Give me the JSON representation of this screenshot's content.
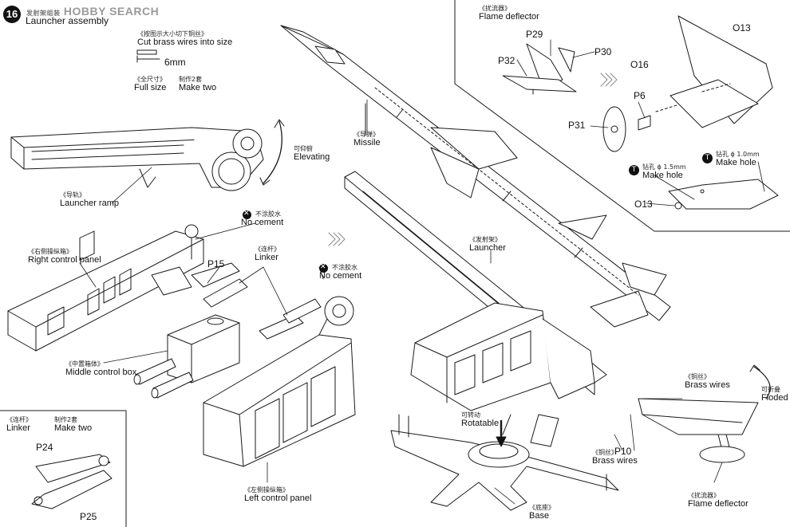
{
  "header": {
    "step_number": "16",
    "title": "Launcher assembly",
    "watermark": "HOBBY SEARCH",
    "watermark_cn": "发射架组装"
  },
  "cut_note": {
    "cn": "《按图示大小切下铜丝》",
    "en": "Cut brass wires into size",
    "length": "6mm",
    "full_size_cn": "《全尺寸》",
    "full_size_en": "Full size",
    "make_two_cn": "制作2套",
    "make_two_en": "Make two"
  },
  "labels": {
    "missile": {
      "cn": "《导弹》",
      "en": "Missile"
    },
    "elevating": {
      "cn": "可仰俯",
      "en": "Elevating"
    },
    "launcher_ramp": {
      "cn": "《导轨》",
      "en": "Launcher ramp"
    },
    "right_control_panel": {
      "cn": "《右侧操纵箱》",
      "en": "Right control panel"
    },
    "middle_control_box": {
      "cn": "《中置箱体》",
      "en": "Middle control box"
    },
    "left_control_panel": {
      "cn": "《左侧操纵箱》",
      "en": "Left control panel"
    },
    "no_cement_1": {
      "cn": "不涂胶水",
      "en": "No cement"
    },
    "no_cement_2": {
      "cn": "不涂胶水",
      "en": "No cement"
    },
    "linker": {
      "cn": "《连杆》",
      "en": "Linker"
    },
    "launcher": {
      "cn": "《发射架》",
      "en": "Launcher"
    },
    "flame_deflector_top": {
      "cn": "《扰流器》",
      "en": "Flame deflector"
    },
    "flame_deflector_bottom": {
      "cn": "《扰流器》",
      "en": "Flame deflector"
    },
    "brass_wires_top": {
      "cn": "《铜丝》",
      "en": "Brass wires"
    },
    "brass_wires_bottom": {
      "cn": "《铜丝》",
      "en": "Brass wires"
    },
    "rotatable": {
      "cn": "可转动",
      "en": "Rotatable"
    },
    "base": {
      "cn": "《底座》",
      "en": "Base"
    },
    "floded": {
      "cn": "可折叠",
      "en": "Floded"
    },
    "make_hole_15": {
      "cn": "钻孔 ɸ 1.5mm",
      "en": "Make hole"
    },
    "make_hole_10": {
      "cn": "钻孔 ɸ 1.0mm",
      "en": "Make hole"
    },
    "linker_inset": {
      "cn": "《连杆》",
      "en": "Linker"
    },
    "make_two_inset": {
      "cn": "制作2套",
      "en": "Make two"
    }
  },
  "parts": {
    "p15": "P15",
    "p24": "P24",
    "p25": "P25",
    "p29": "P29",
    "p30": "P30",
    "p32": "P32",
    "p31": "P31",
    "p6": "P6",
    "p10": "P10",
    "o13_top": "O13",
    "o16": "O16",
    "o13_bottom": "O13"
  }
}
